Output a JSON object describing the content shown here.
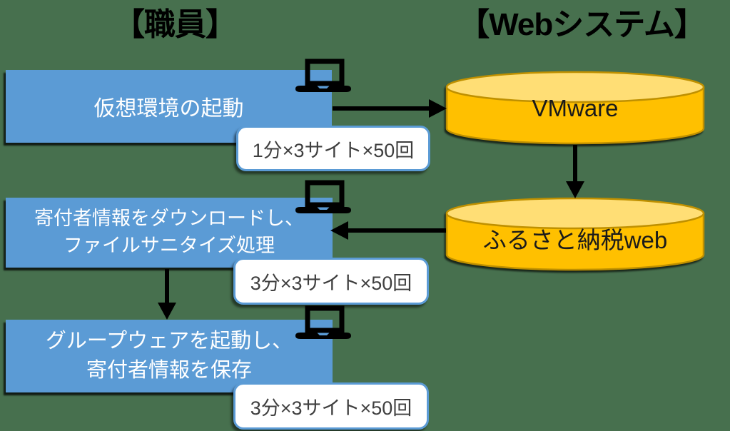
{
  "columns": {
    "staff_title": "【職員】",
    "web_title": "【Webシステム】"
  },
  "steps": [
    {
      "lines": [
        "仮想環境の起動"
      ],
      "callout": "1分×3サイト×50回"
    },
    {
      "lines": [
        "寄付者情報をダウンロードし、",
        "ファイルサニタイズ処理"
      ],
      "callout": "3分×3サイト×50回"
    },
    {
      "lines": [
        "グループウェアを起動し、",
        "寄付者情報を保存"
      ],
      "callout": "3分×3サイト×50回"
    }
  ],
  "systems": [
    {
      "label": "VMware"
    },
    {
      "label": "ふるさと納税web"
    }
  ],
  "arrows": [
    {
      "from": "step-1",
      "to": "vmware",
      "direction": "right"
    },
    {
      "from": "vmware",
      "to": "furusato-web",
      "direction": "down"
    },
    {
      "from": "furusato-web",
      "to": "step-2",
      "direction": "left"
    },
    {
      "from": "step-2",
      "to": "step-3",
      "direction": "down"
    }
  ],
  "icons": [
    {
      "name": "laptop-icon",
      "count": 3
    }
  ],
  "colors": {
    "bg": "#47704E",
    "blue": "#5B9BD5",
    "blue-border": "#4A86C4",
    "cyl-body": "#FFC000",
    "cyl-top": "#FFDE75",
    "cyl-border": "#BF9000",
    "ink": "#000000",
    "box-text": "#FFFFFF",
    "callout-text": "#3F3F3F"
  }
}
